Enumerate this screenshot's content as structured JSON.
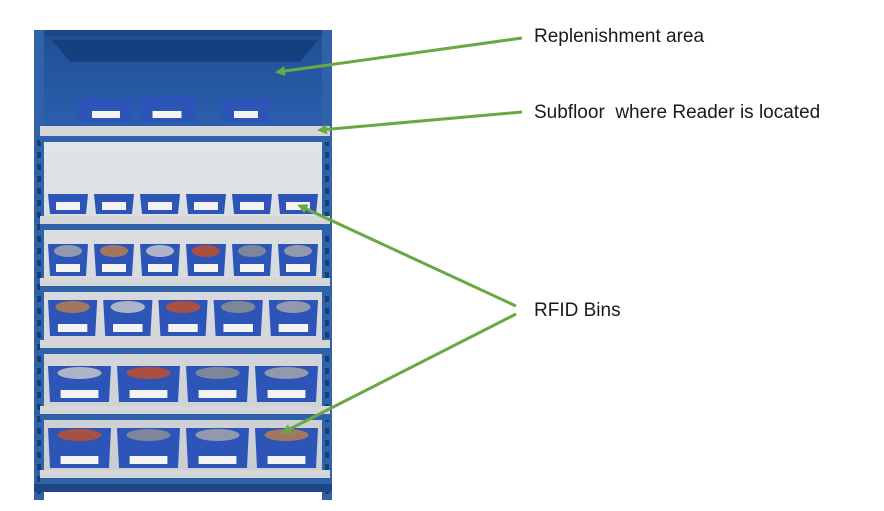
{
  "labels": {
    "replenishment": "Replenishment area",
    "subfloor": "Subfloor  where Reader is located",
    "rfid_bins": "RFID Bins"
  },
  "colors": {
    "arrow": "#6aa842",
    "rack_frame": "#2f62a8",
    "rack_dark": "#1e4684",
    "bin": "#2d55b8",
    "shelf": "#d4d6d8",
    "label_card": "#f4f4f4"
  },
  "shelves": [
    {
      "bins": 6,
      "fill": "empty"
    },
    {
      "bins": 6,
      "fill": "parts"
    },
    {
      "bins": 5,
      "fill": "parts"
    },
    {
      "bins": 4,
      "fill": "parts"
    },
    {
      "bins": 4,
      "fill": "parts"
    }
  ]
}
